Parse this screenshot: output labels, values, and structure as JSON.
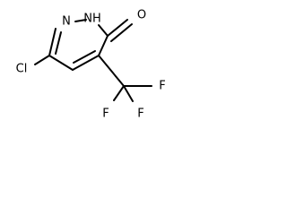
{
  "molecule": {
    "atoms": {
      "cl": "Cl",
      "n2": "N",
      "nh": "NH",
      "o": "O",
      "f1": "F",
      "f2": "F",
      "f3": "F"
    }
  }
}
